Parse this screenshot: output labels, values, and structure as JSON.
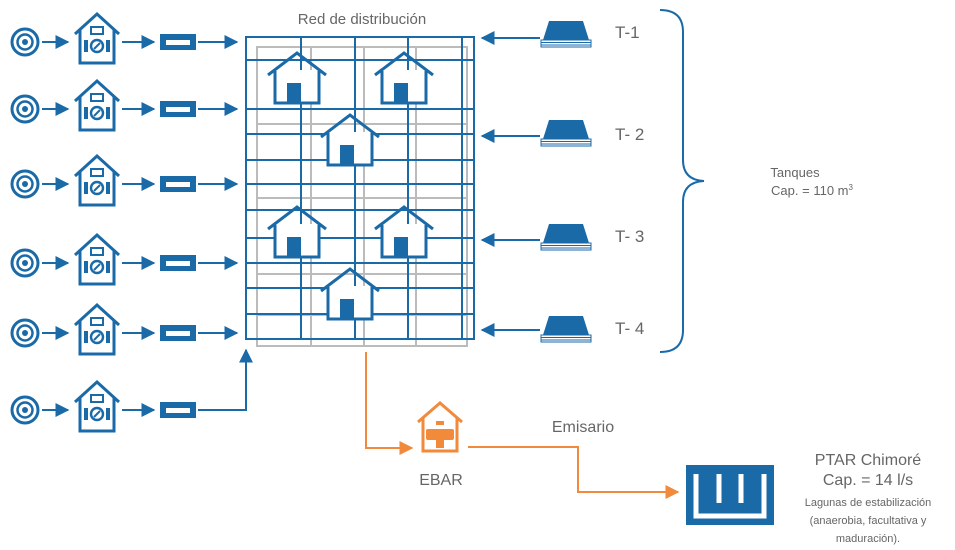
{
  "network": {
    "title": "Red de distribución"
  },
  "tanks": {
    "items": [
      {
        "label": "T-1"
      },
      {
        "label": "T- 2"
      },
      {
        "label": "T- 3"
      },
      {
        "label": "T- 4"
      }
    ],
    "group_label": "Tanques",
    "capacity_prefix": "Cap. = 110 m",
    "capacity_superscript": "3"
  },
  "ebar": {
    "label": "EBAR"
  },
  "emissary": {
    "label": "Emisario"
  },
  "ptar": {
    "name": "PTAR Chimoré",
    "capacity": "Cap. = 14 l/s",
    "note_line1": "Lagunas de estabilización",
    "note_line2": "(anaerobia, facultativa y",
    "note_line3": "maduración)."
  },
  "colors": {
    "network_blue": "#1b6aa8",
    "sewer_orange": "#f28a3c",
    "grid_gray": "#bbbbbb",
    "text_gray": "#666666"
  }
}
